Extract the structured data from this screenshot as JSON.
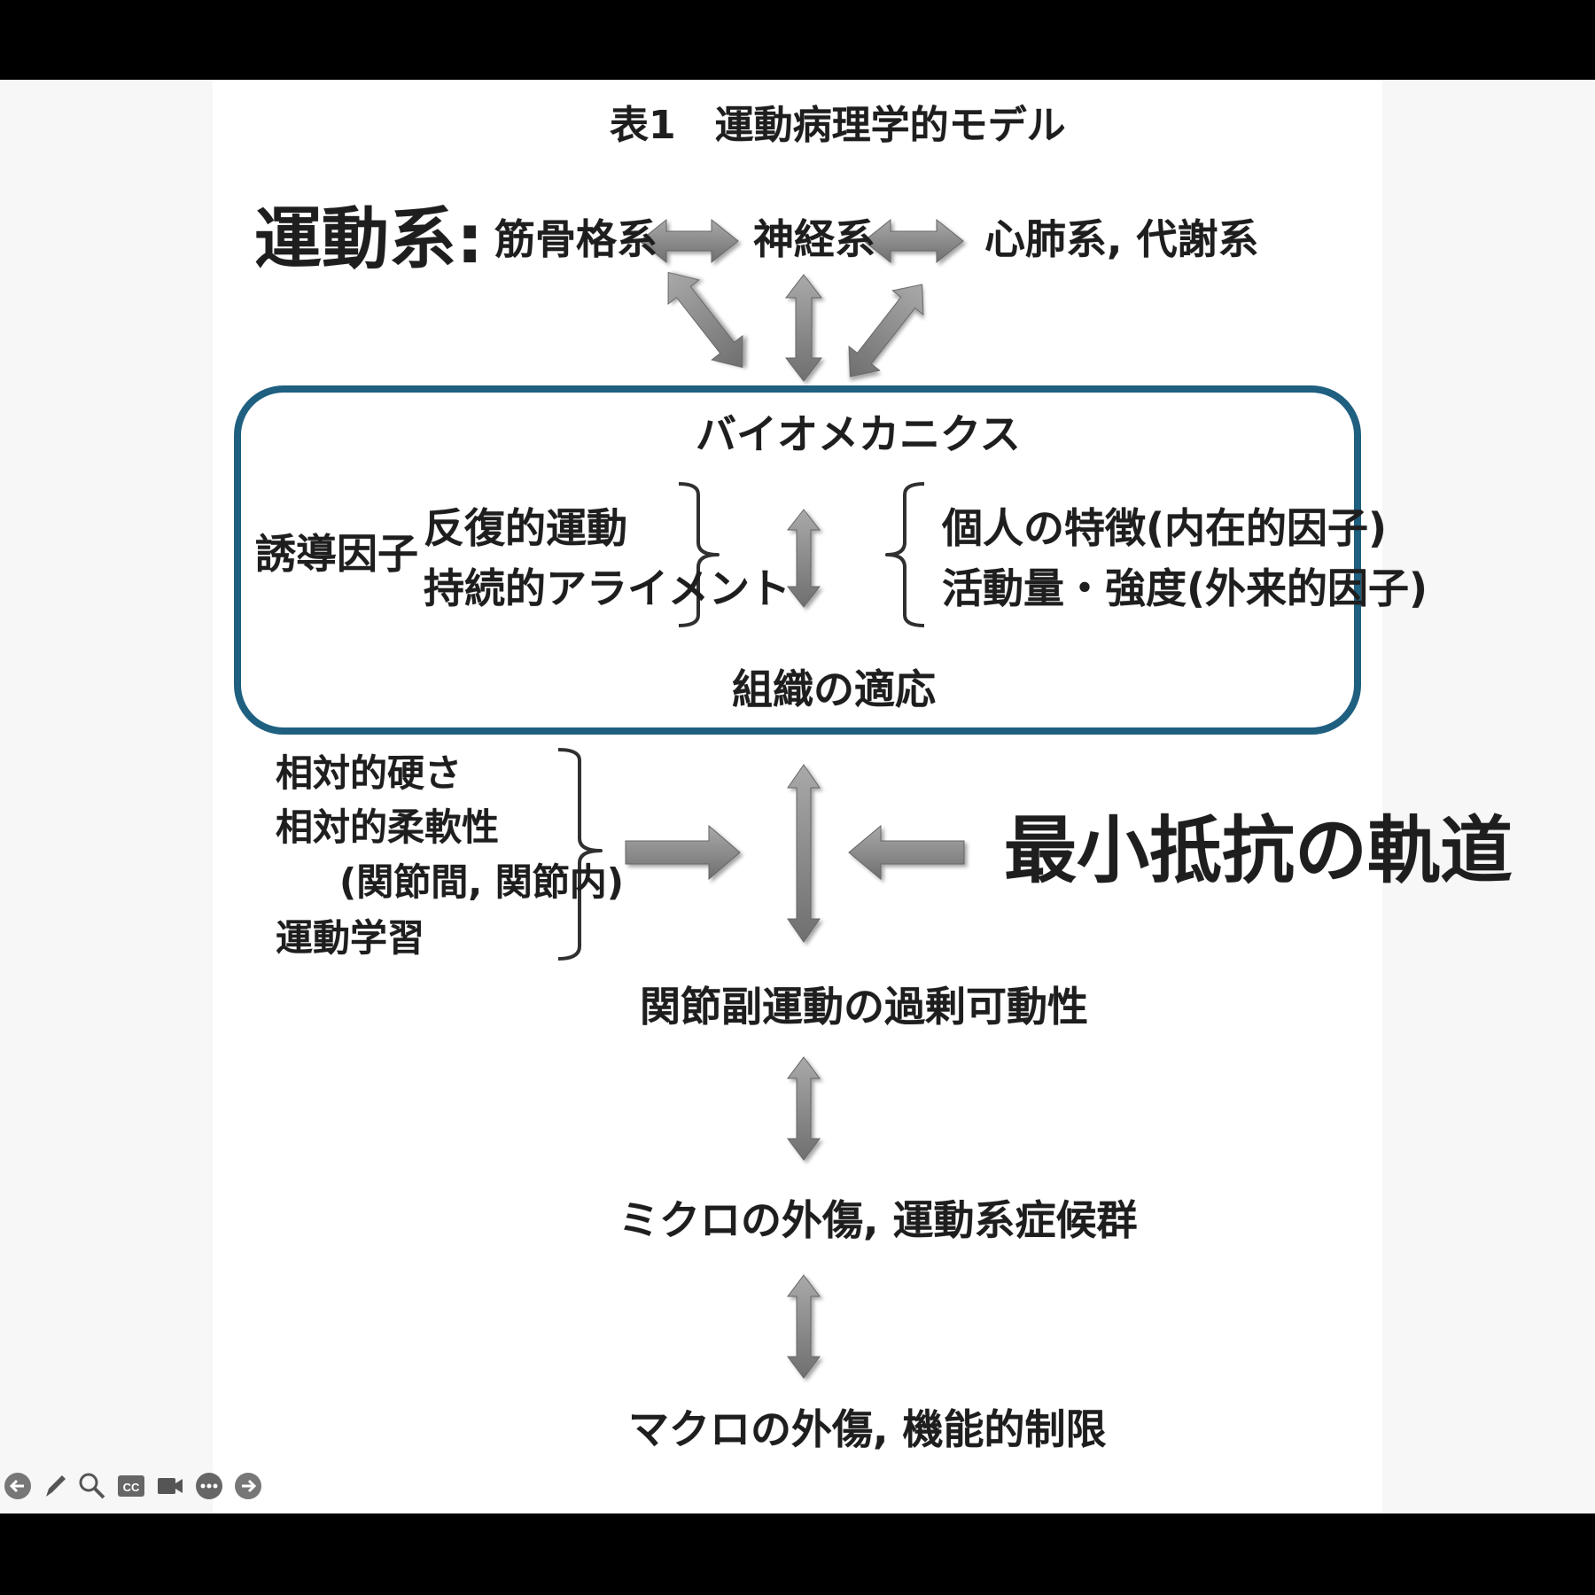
{
  "title": "表1　運動病理学的モデル",
  "motor_system": {
    "label": "運動系:",
    "musculoskeletal": "筋骨格系",
    "nervous": "神経系",
    "cardio_metabolic": "心肺系, 代謝系"
  },
  "box": {
    "biomechanics": "バイオメカニクス",
    "inducing_factor": "誘導因子",
    "left_items": [
      "反復的運動",
      "持続的アライメント"
    ],
    "right_items": [
      "個人の特徴(内在的因子)",
      "活動量・強度(外来的因子)"
    ],
    "tissue_adaptation": "組織の適応",
    "border_color": "#1f5f80"
  },
  "factors": {
    "items": [
      "相対的硬さ",
      "相対的柔軟性",
      "(関節間, 関節内)",
      "運動学習"
    ]
  },
  "least_resistance": "最小抵抗の軌道",
  "chain": [
    "関節副運動の過剰可動性",
    "ミクロの外傷, 運動系症候群",
    "マクロの外傷, 機能的制限"
  ],
  "player_controls": [
    {
      "icon": "back-icon",
      "glyph": "←"
    },
    {
      "icon": "pen-icon",
      "glyph": "✎"
    },
    {
      "icon": "zoom-icon",
      "glyph": "⌕"
    },
    {
      "icon": "captions-icon",
      "glyph": "CC"
    },
    {
      "icon": "camera-icon",
      "glyph": "■"
    },
    {
      "icon": "more-icon",
      "glyph": "•••"
    },
    {
      "icon": "forward-icon",
      "glyph": "→"
    }
  ]
}
